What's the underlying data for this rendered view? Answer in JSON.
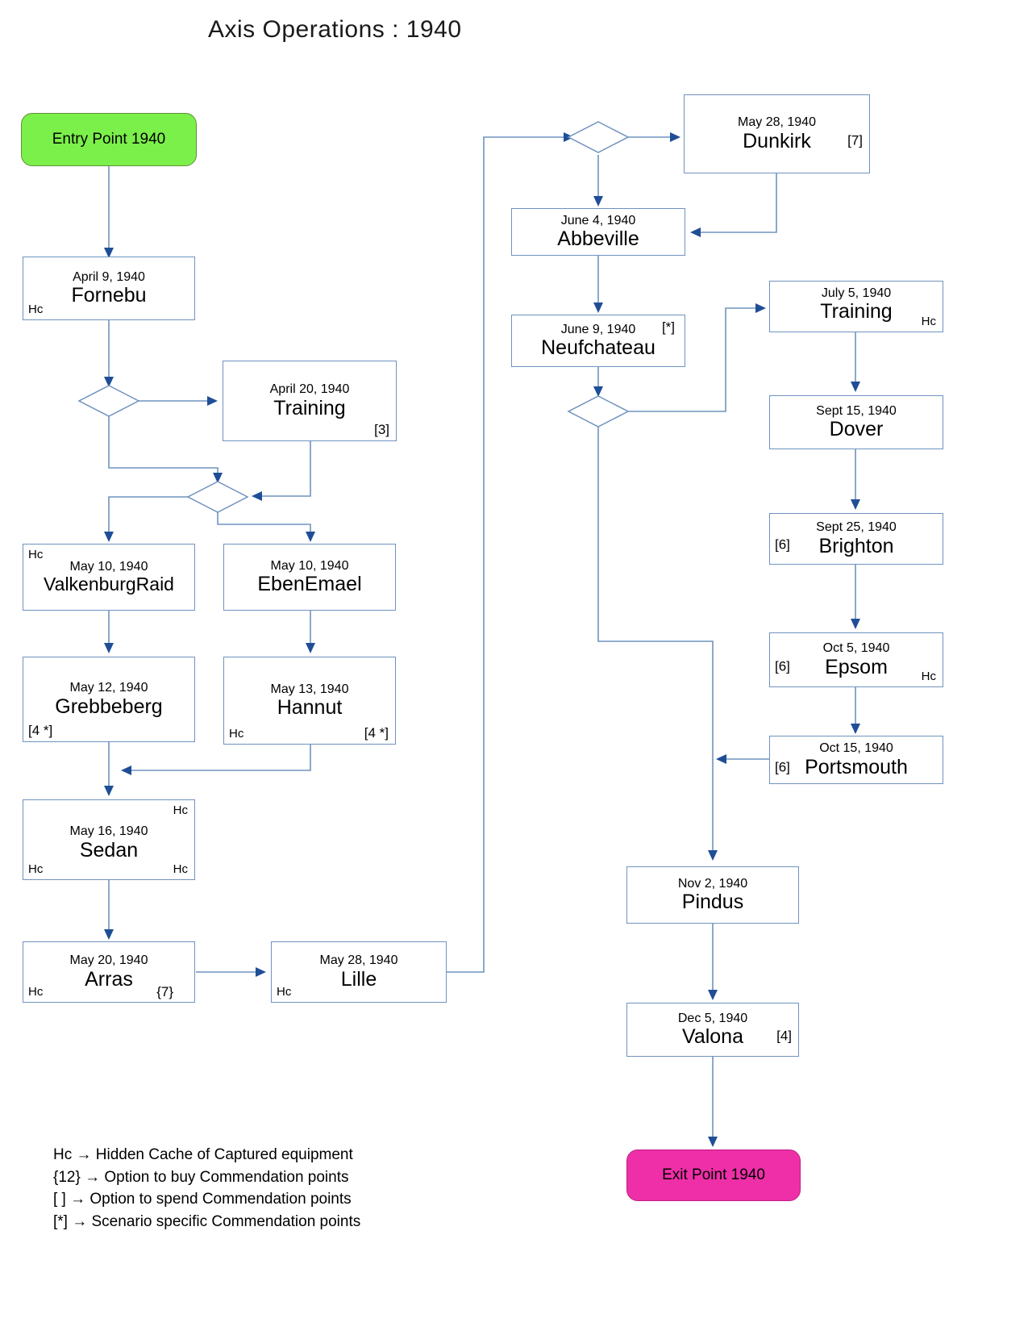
{
  "title": "Axis Operations : 1940",
  "colors": {
    "entry_fill": "#7bf04a",
    "exit_fill": "#ee2fa8",
    "box_border": "#6f93bf",
    "arrow": "#1f4e96",
    "text": "#000000"
  },
  "terminals": {
    "entry": "Entry Point 1940",
    "exit": "Exit Point 1940"
  },
  "nodes": [
    {
      "id": "fornebu",
      "date": "April 9, 1940",
      "name": "Fornebu",
      "tags": {
        "bl": "Hc"
      }
    },
    {
      "id": "training_apr",
      "date": "April 20, 1940",
      "name": "Training",
      "tags": {
        "br": "[3]"
      }
    },
    {
      "id": "valkenburg",
      "date": "May 10, 1940",
      "name": "ValkenburgRaid",
      "tags": {
        "tl": "Hc"
      }
    },
    {
      "id": "ebenemael",
      "date": "May 10, 1940",
      "name": "EbenEmael",
      "tags": {}
    },
    {
      "id": "grebbeberg",
      "date": "May 12, 1940",
      "name": "Grebbeberg",
      "tags": {
        "bl": "[4 *]"
      }
    },
    {
      "id": "hannut",
      "date": "May 13, 1940",
      "name": "Hannut",
      "tags": {
        "bl": "Hc",
        "br": "[4 *]"
      }
    },
    {
      "id": "sedan",
      "date": "May 16, 1940",
      "name": "Sedan",
      "tags": {
        "tr": "Hc",
        "bl": "Hc",
        "br": "Hc"
      }
    },
    {
      "id": "arras",
      "date": "May 20, 1940",
      "name": "Arras",
      "tags": {
        "bl": "Hc",
        "br": "{7}"
      }
    },
    {
      "id": "lille",
      "date": "May 28, 1940",
      "name": "Lille",
      "tags": {
        "bl": "Hc"
      }
    },
    {
      "id": "dunkirk",
      "date": "May 28, 1940",
      "name": "Dunkirk",
      "tags": {
        "mr": "[7]"
      }
    },
    {
      "id": "abbeville",
      "date": "June 4, 1940",
      "name": "Abbeville",
      "tags": {}
    },
    {
      "id": "neufchateau",
      "date": "June 9, 1940",
      "name": "Neufchateau",
      "tags": {
        "tr": "[*]"
      }
    },
    {
      "id": "training_jul",
      "date": "July 5, 1940",
      "name": "Training",
      "tags": {
        "br": "Hc"
      }
    },
    {
      "id": "dover",
      "date": "Sept 15, 1940",
      "name": "Dover",
      "tags": {}
    },
    {
      "id": "brighton",
      "date": "Sept 25, 1940",
      "name": "Brighton",
      "tags": {
        "ml": "[6]"
      }
    },
    {
      "id": "epsom",
      "date": "Oct 5, 1940",
      "name": "Epsom",
      "tags": {
        "ml": "[6]",
        "br": "Hc"
      }
    },
    {
      "id": "portsmouth",
      "date": "Oct 15, 1940",
      "name": "Portsmouth",
      "tags": {
        "ml": "[6]"
      }
    },
    {
      "id": "pindus",
      "date": "Nov 2, 1940",
      "name": "Pindus",
      "tags": {}
    },
    {
      "id": "valona",
      "date": "Dec 5, 1940",
      "name": "Valona",
      "tags": {
        "mr": "[4]"
      }
    }
  ],
  "legend": [
    "Hc → Hidden Cache of Captured equipment",
    "{12} → Option to buy Commendation points",
    "[ ] → Option to spend Commendation points",
    "[*] →  Scenario specific Commendation points"
  ]
}
